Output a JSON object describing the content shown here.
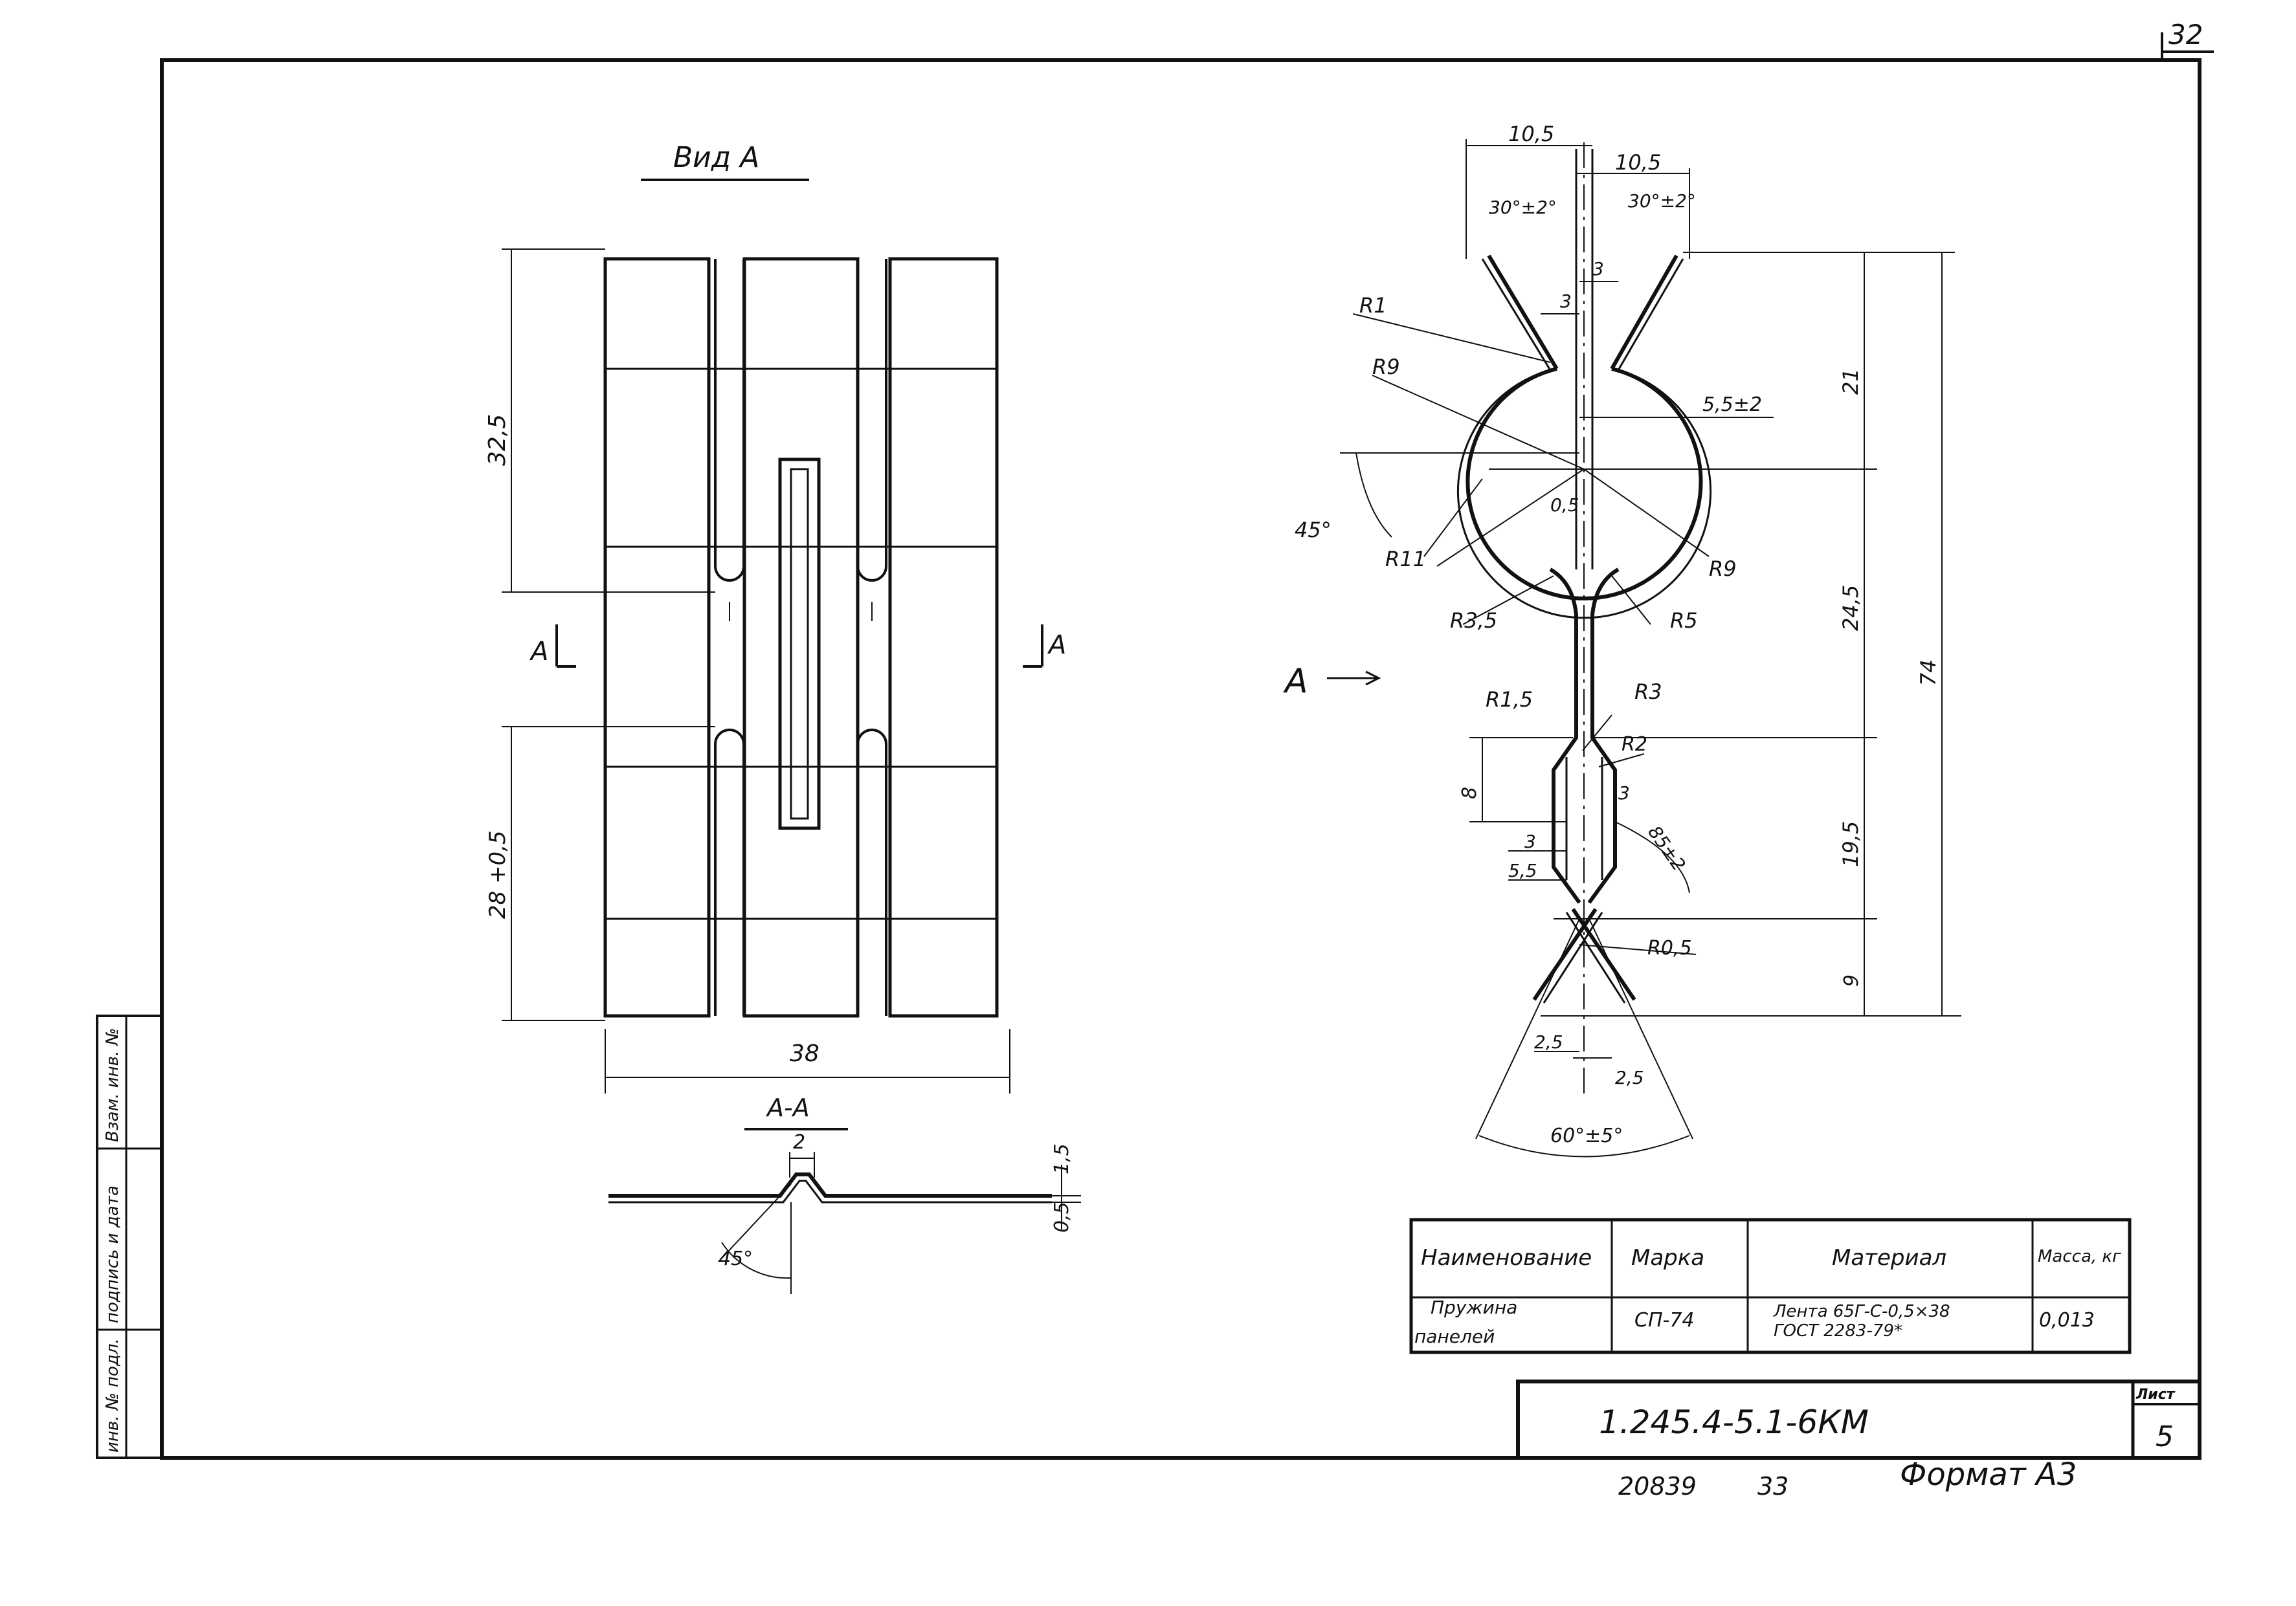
{
  "page": {
    "sheet_corner_number": "32",
    "format": "Формат А3",
    "bottom_code": "20839",
    "bottom_mark": "33"
  },
  "side_stamp": {
    "inv_no": "инв. № подл.",
    "sign_date": "подпись и дата",
    "vzam_inv": "Взам. инв. №"
  },
  "view_a": {
    "title": "Вид А",
    "section_mark_left": "А",
    "section_mark_right": "А",
    "dim_top": "32,5",
    "dim_bottom": "28 +0,5",
    "dim_width": "38"
  },
  "section_aa": {
    "title": "А-А",
    "dim_2": "2",
    "dim_1_5": "1,5",
    "dim_0_5": "0,5",
    "angle": "45°"
  },
  "profile": {
    "arrow_label": "А",
    "dim_10_5_left": "10,5",
    "dim_10_5_right": "10,5",
    "angle_left": "30°±2°",
    "angle_right": "30°±2°",
    "dim_3_top": "3",
    "dim_3_top2": "3",
    "r1": "R1",
    "r9_upper": "R9",
    "dim_5_5": "5,5±2",
    "dim_21": "21",
    "angle_45": "45°",
    "r11": "R11",
    "dim_0_5": "0,5",
    "r9_lower": "R9",
    "r3_5": "R3,5",
    "r5": "R5",
    "dim_24_5": "24,5",
    "dim_74": "74",
    "r1_5": "R1,5",
    "r3": "R3",
    "r2": "R2",
    "dim_8": "8",
    "dim_3_a": "3",
    "dim_3_b": "3",
    "dim_5_5_b": "5,5",
    "angle_85": "85±2",
    "dim_19_5": "19,5",
    "r0_5": "R0,5",
    "dim_9": "9",
    "dim_2_5_left": "2,5",
    "dim_2_5_right": "2,5",
    "angle_60": "60°±5°"
  },
  "spec_table": {
    "headers": [
      "Наименование",
      "Марка",
      "Материал",
      "Масса, кг"
    ],
    "row": {
      "name_line1": "Пружина",
      "name_line2": "панелей",
      "mark": "СП-74",
      "material_line1": "Лента 65Г-С-0,5×38",
      "material_line2": "ГОСТ 2283-79*",
      "mass": "0,013"
    }
  },
  "title_block": {
    "code": "1.245.4-5.1-6КМ",
    "sheet_label": "Лист",
    "sheet_no": "5"
  }
}
